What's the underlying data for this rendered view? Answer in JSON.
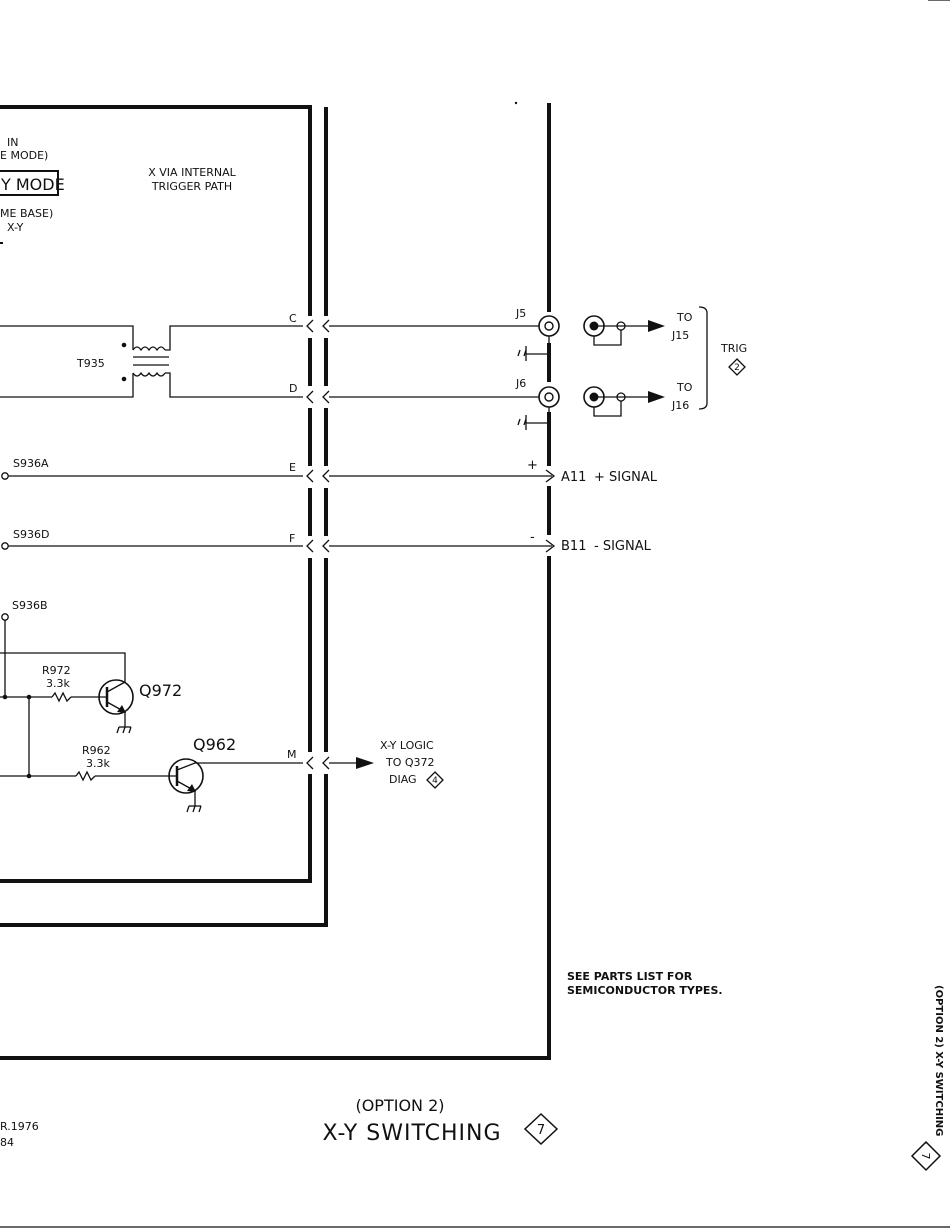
{
  "title": {
    "option": "(OPTION 2)",
    "name": "X-Y SWITCHING",
    "diagram_number": "7"
  },
  "side_label": "(OPTION 2) X-Y SWITCHING",
  "side_diagram_number": "7",
  "date_fragment": "R.1976",
  "code_fragment": "84",
  "note": [
    "SEE PARTS LIST FOR",
    "SEMICONDUCTOR TYPES."
  ],
  "mode_text": {
    "line1": "IN",
    "line2": "E MODE)",
    "boxed": "Y MODE",
    "line3": "ME BASE)",
    "line4": "X-Y"
  },
  "x_via": [
    "X VIA INTERNAL",
    "TRIGGER PATH"
  ],
  "transformer": "T935",
  "connector_pins": [
    "C",
    "D",
    "E",
    "F",
    "M"
  ],
  "jacks": [
    "J5",
    "J6"
  ],
  "trig_outputs": [
    {
      "line1": "TO",
      "line2": "J15"
    },
    {
      "line1": "TO",
      "line2": "J16"
    }
  ],
  "trig_label": "TRIG",
  "trig_diagram_number": "2",
  "switch_labels": [
    "S936A",
    "S936D",
    "S936B"
  ],
  "signals": [
    {
      "polarity": "+",
      "pin": "A11",
      "label": "+ SIGNAL"
    },
    {
      "polarity": "-",
      "pin": "B11",
      "label": "- SIGNAL"
    }
  ],
  "components": {
    "r972": {
      "name": "R972",
      "value": "3.3k"
    },
    "r962": {
      "name": "R962",
      "value": "3.3k"
    },
    "q972": "Q972",
    "q962": "Q962"
  },
  "xy_logic": {
    "line1": "X-Y LOGIC",
    "line2": "TO Q372",
    "line3": "DIAG",
    "diagram_number": "4"
  }
}
